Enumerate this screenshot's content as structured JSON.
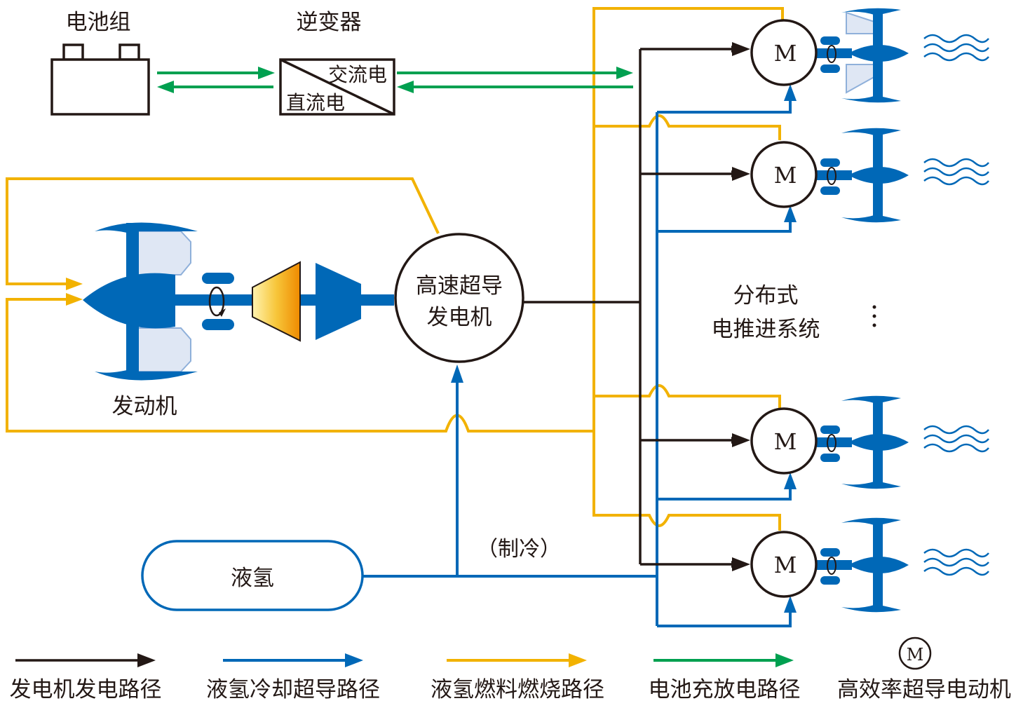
{
  "colors": {
    "black": "#231815",
    "blue": "#0068b7",
    "yellow": "#f2b200",
    "green": "#00a050",
    "light_blue_fill": "#dfe7f4"
  },
  "labels": {
    "battery": "电池组",
    "inverter": "逆变器",
    "inverter_ac": "交流电",
    "inverter_dc": "直流电",
    "engine": "发动机",
    "generator_line1": "高速超导",
    "generator_line2": "发电机",
    "distributed_line1": "分布式",
    "distributed_line2": "电推进系统",
    "ellipsis": "⋮",
    "tank": "液氢",
    "cooling_note": "（制冷）",
    "motor_symbol": "M"
  },
  "legend": [
    {
      "label": "发电机发电路径",
      "color": "#231815"
    },
    {
      "label": "液氢冷却超导路径",
      "color": "#0068b7"
    },
    {
      "label": "液氢燃料燃烧路径",
      "color": "#f2b200"
    },
    {
      "label": "电池充放电路径",
      "color": "#00a050"
    },
    {
      "label": "高效率超导电动机",
      "symbol": "M"
    }
  ],
  "icons": [
    "battery-icon",
    "inverter-icon",
    "engine-icon",
    "turbine-icon",
    "motor-icon",
    "fan-icon",
    "wave-icon",
    "tank-icon"
  ]
}
